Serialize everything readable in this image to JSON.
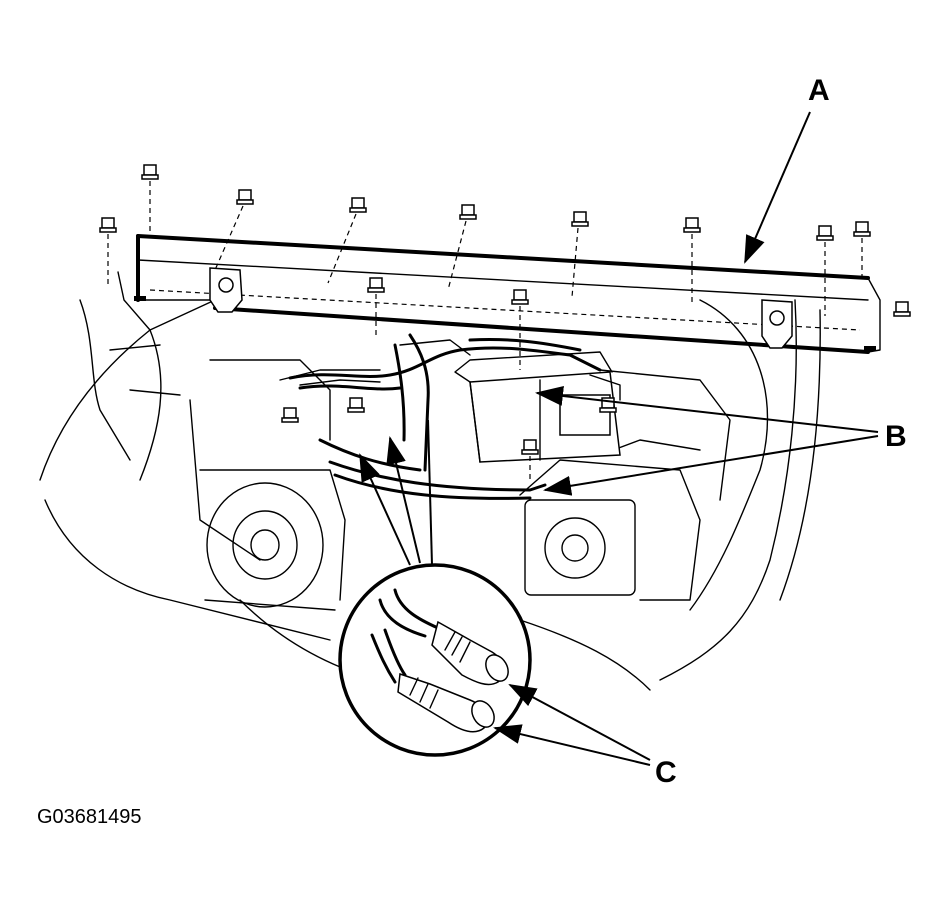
{
  "callouts": {
    "a": "A",
    "b": "B",
    "c": "C"
  },
  "figure_id": "G03681495",
  "parts": {
    "a": "crossmember-bar",
    "b": "harness-bracket-bolts",
    "c": "connectors"
  }
}
